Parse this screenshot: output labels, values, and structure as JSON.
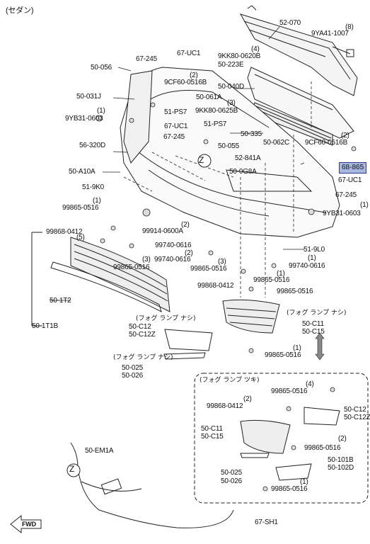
{
  "title": "(セダン)",
  "highlight": "68-865",
  "labels": {
    "l52070": "52-070",
    "l9YA41": "9YA41-1007",
    "l8": "(8)",
    "l4a": "(4)",
    "l9KK80a": "9KK80-0620B",
    "l50223E": "50-223E",
    "l67245a": "67-245",
    "l67UC1a": "67-UC1",
    "l50056": "50-056",
    "l2a": "(2)",
    "l9CF60a": "9CF60-0516B",
    "l50031J": "50-031J",
    "l50061A": "50-061A",
    "l50040D": "50-040D",
    "l51PS7a": "51-PS7",
    "l3a": "(3)",
    "l9KK80b": "9KK80-0625B",
    "l1a": "(1)",
    "l9YB31a": "9YB31-0603",
    "l67UC1b": "67-UC1",
    "l51PS7b": "51-PS7",
    "l67245b": "67-245",
    "l50335": "50-335",
    "l56320D": "56-320D",
    "l50055": "50-055",
    "l50062C": "50-062C",
    "l9CF60b": "9CF60-0516B",
    "l2b": "(2)",
    "l52841A": "52-841A",
    "l50A10A": "50-A10A",
    "l500G8A": "50-0G8A",
    "l67UC1c": "67-UC1",
    "l519K0": "51-9K0",
    "l67245c": "67-245",
    "l1b": "(1)",
    "l99865a": "99865-0516",
    "l9YB31b": "9YB31-0603",
    "l1c": "(1)",
    "l99914": "99914-0600A",
    "l99868a": "99868-0412",
    "l2c": "(2)",
    "l5a": "(5)",
    "l99740a": "99740-0616",
    "l2d": "(2)",
    "l519L0": "51-9L0",
    "l3b": "(3)",
    "l99865b": "99865-0516",
    "l1d": "(1)",
    "l99740b": "99740-0616",
    "l99740c": "99740-0616",
    "l3c": "(3)",
    "l99865c": "99865-0516",
    "l1e": "(1)",
    "l99868b": "99868-0412",
    "l99865d": "99865-0516",
    "l99865e": "99865-0516",
    "l501T2": "50-1T2",
    "l501T1B": "50-1T1B",
    "fog1": "(フォグ ランプ ナシ)",
    "l50C12a": "50-C12",
    "l50C12Za": "50-C12Z",
    "fog2": "(フォグ ランプ ナシ)",
    "l50C11a": "50-C11",
    "l50C15a": "50-C15",
    "l1f": "(1)",
    "l99865f": "99865-0516",
    "fog3": "(フォグ ランプ ナシ)",
    "l50025a": "50-025",
    "l50026a": "50-026",
    "fog4": "(フォグ ランプ ツキ)",
    "l4b": "(4)",
    "l99865g": "99865-0516",
    "l2e": "(2)",
    "l99868c": "99868-0412",
    "l50C12b": "50-C12",
    "l50C12Zb": "50-C12Z",
    "l50C11b": "50-C11",
    "l50C15b": "50-C15",
    "l2f": "(2)",
    "l99865h": "99865-0516",
    "l50101B": "50-101B",
    "l50102D": "50-102D",
    "l50025b": "50-025",
    "l50026b": "50-026",
    "l1g": "(1)",
    "l99865i": "99865-0516",
    "l50EM1A": "50-EM1A",
    "l67SH1": "67-SH1",
    "z1": "Z",
    "z2": "Z",
    "fwd": "FWD"
  }
}
